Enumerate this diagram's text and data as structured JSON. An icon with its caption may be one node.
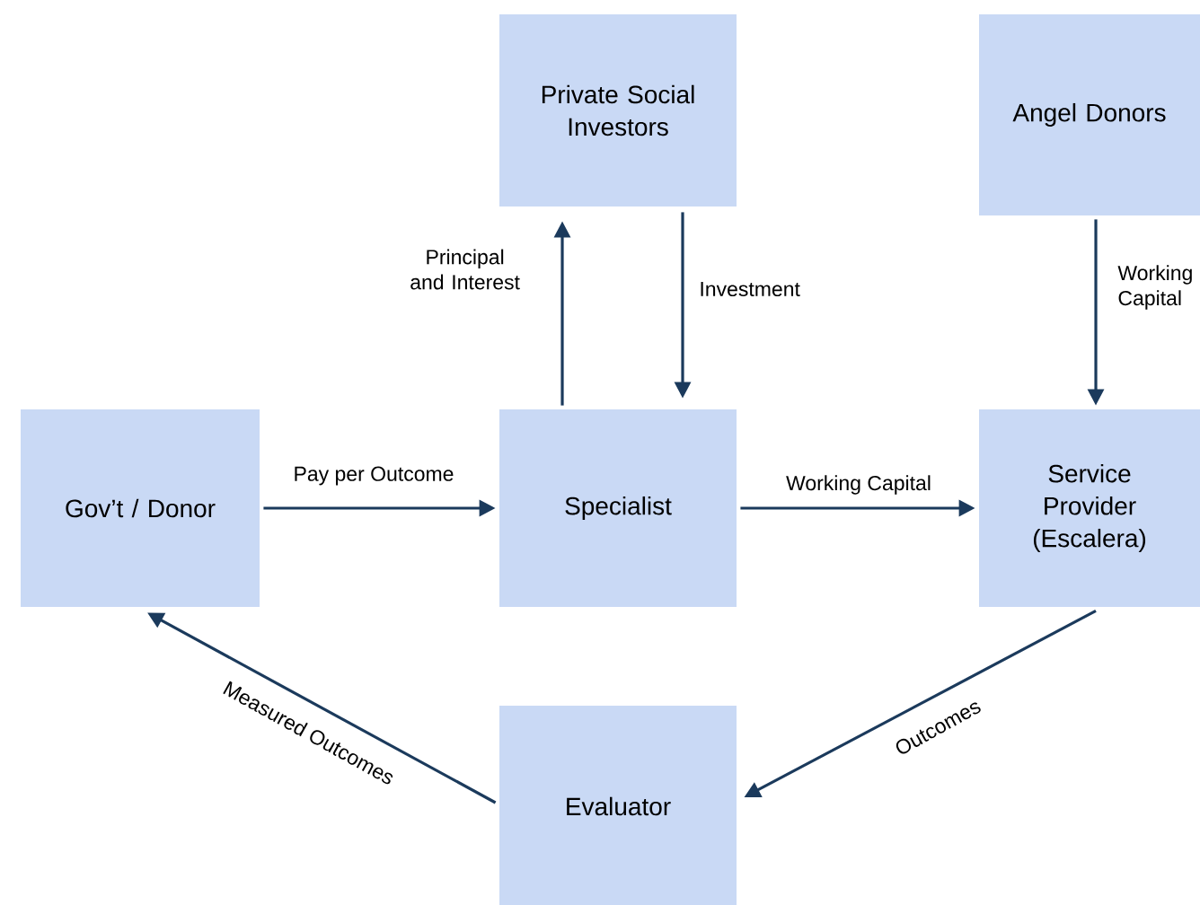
{
  "diagram": {
    "nodes": [
      {
        "text": [
          "Gov’t / Donor"
        ]
      },
      {
        "text": [
          "Private Social Investors"
        ]
      },
      {
        "text": [
          "Angel Donors"
        ]
      },
      {
        "text": [
          "Specialist"
        ]
      },
      {
        "text": [
          "Service Provider (Escalera)"
        ]
      },
      {
        "text": [
          "Evaluator"
        ]
      }
    ],
    "edges": [
      {
        "from": 3,
        "to": 1,
        "arrow": "to",
        "label": "Principal and Interest"
      },
      {
        "from": 1,
        "to": 3,
        "arrow": "to",
        "label": "Investment"
      },
      {
        "from": 0,
        "to": 3,
        "arrow": "to",
        "label": "Pay per Outcome"
      },
      {
        "from": 3,
        "to": 4,
        "arrow": "to",
        "label": "Working Capital"
      },
      {
        "from": 2,
        "to": 4,
        "arrow": "to",
        "label": "Working Capital"
      },
      {
        "from": 4,
        "to": 5,
        "arrow": "to",
        "label": "Outcomes"
      },
      {
        "from": 5,
        "to": 0,
        "arrow": "to",
        "label": "Measured Outcomes"
      }
    ]
  }
}
